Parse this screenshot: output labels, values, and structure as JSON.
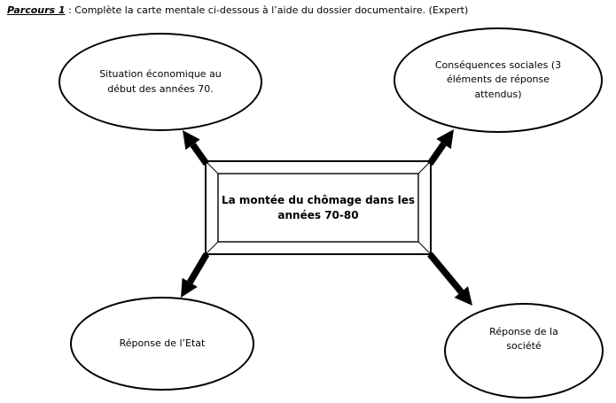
{
  "page": {
    "background": "#ffffff",
    "ink": "#000000"
  },
  "header": {
    "parcours_label": "Parcours 1",
    "separator": " : ",
    "instruction": "Complète la carte mentale ci-dessous à l’aide du dossier documentaire. (Expert)"
  },
  "mindmap": {
    "center": {
      "text": "La montée du chômage dans les\nannées 70-80",
      "shape": "bevel-rectangle"
    },
    "nodes": [
      {
        "position": "top-left",
        "shape": "ellipse",
        "text": "Situation économique au\ndébut des années 70."
      },
      {
        "position": "top-right",
        "shape": "ellipse",
        "text": "Conséquences sociales (3\néléments de réponse\nattendus)"
      },
      {
        "position": "bottom-left",
        "shape": "ellipse",
        "text": "Réponse de l’Etat"
      },
      {
        "position": "bottom-right",
        "shape": "ellipse",
        "text": "Réponse de la\nsociété"
      }
    ],
    "arrow_count": 4
  }
}
